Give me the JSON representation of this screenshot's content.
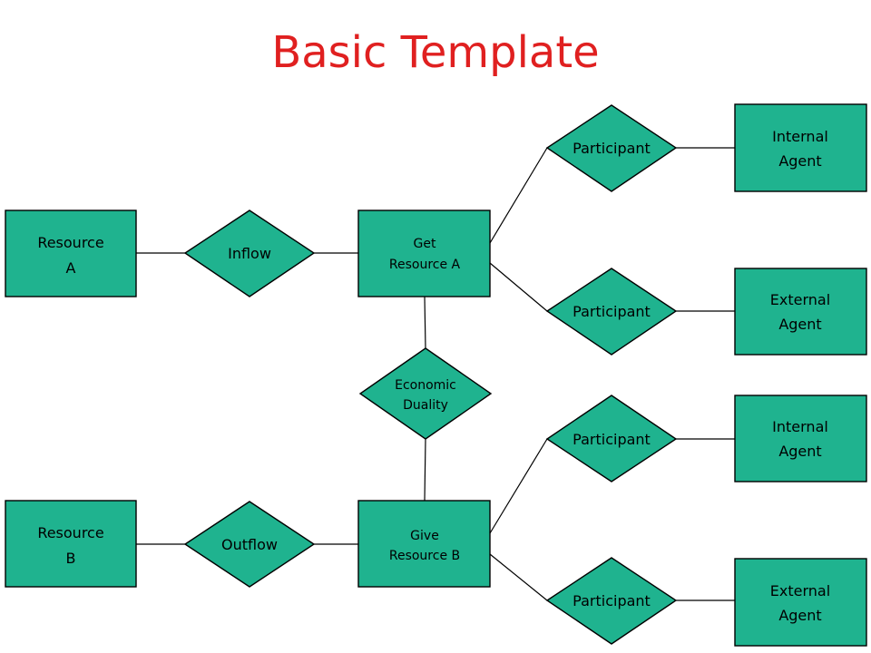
{
  "title": "Basic Template",
  "nodes": {
    "resource_a": [
      "Resource",
      "A"
    ],
    "resource_b": [
      "Resource",
      "B"
    ],
    "inflow": [
      "Inflow"
    ],
    "outflow": [
      "Outflow"
    ],
    "get_resource_a": [
      "Get",
      "Resource A"
    ],
    "give_resource_b": [
      "Give",
      "Resource B"
    ],
    "economic_duality": [
      "Economic",
      "Duality"
    ],
    "participant_1": [
      "Participant"
    ],
    "participant_2": [
      "Participant"
    ],
    "participant_3": [
      "Participant"
    ],
    "participant_4": [
      "Participant"
    ],
    "internal_agent_1": [
      "Internal",
      "Agent"
    ],
    "external_agent_1": [
      "External",
      "Agent"
    ],
    "internal_agent_2": [
      "Internal",
      "Agent"
    ],
    "external_agent_2": [
      "External",
      "Agent"
    ]
  },
  "colors": {
    "title": "#e02020",
    "fill": "#1fb38f",
    "stroke": "#000000"
  }
}
